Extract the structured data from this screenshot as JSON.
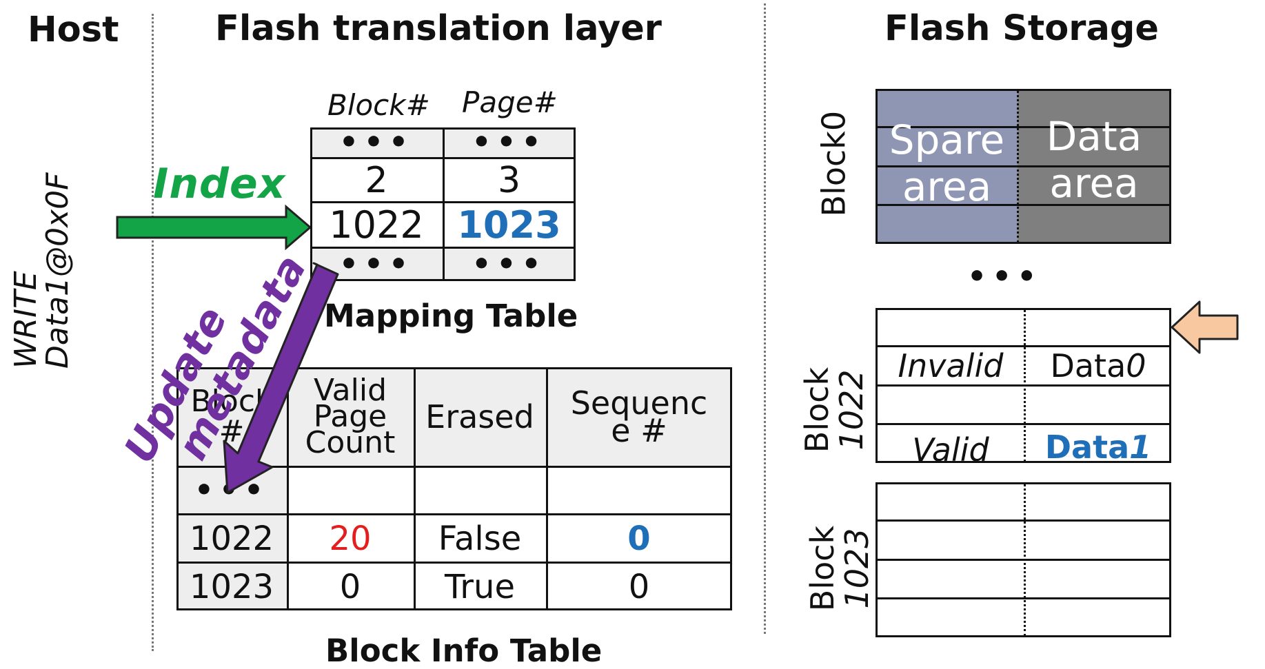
{
  "headers": {
    "host": "Host",
    "ftl": "Flash translation layer",
    "storage": "Flash Storage"
  },
  "host_command": {
    "line1": "WRITE",
    "line2": "Data1@0x0F"
  },
  "index_label": "Index",
  "update_label_line1": "Update",
  "update_label_line2": "metadata",
  "mapping_table": {
    "title": "Mapping Table",
    "col_block": "Block#",
    "col_page": "Page#",
    "ellipsis": "•••",
    "rows": [
      {
        "block": "2",
        "page": "3"
      },
      {
        "block": "1022",
        "page": "1023"
      }
    ]
  },
  "block_info_table": {
    "title": "Block Info Table",
    "col_block": "Block #",
    "col_valid_line1": "Valid",
    "col_valid_line2": "Page",
    "col_valid_line3": "Count",
    "col_erased": "Erased",
    "col_seq_line1": "Sequenc",
    "col_seq_line2": "e #",
    "ellipsis": "•••",
    "rows": [
      {
        "block": "1022",
        "valid": "20",
        "erased": "False",
        "seq": "0"
      },
      {
        "block": "1023",
        "valid": "0",
        "erased": "True",
        "seq": "0"
      }
    ]
  },
  "storage": {
    "block0_label": "Block0",
    "spare_line1": "Spare",
    "spare_line2": "area",
    "data_line1": "Data",
    "data_line2": "area",
    "ellipsis": "•••",
    "block1022_label_line1": "Block",
    "block1022_label_line2": "1022",
    "block1023_label_line1": "Block",
    "block1023_label_line2": "1023",
    "row_invalid": "Invalid",
    "row_data0_prefix": "Data",
    "row_data0_suffix": "0",
    "row_valid": "Valid",
    "row_data1_prefix": "Data",
    "row_data1_suffix": "1"
  },
  "colors": {
    "index_green": "#13a447",
    "update_purple": "#7030a0",
    "highlight_blue": "#1f6fb8",
    "red": "#e41e1e",
    "spare_fill": "#8e96b4",
    "data_fill": "#7f7f7f",
    "pointer_fill": "#f8c8a0"
  }
}
